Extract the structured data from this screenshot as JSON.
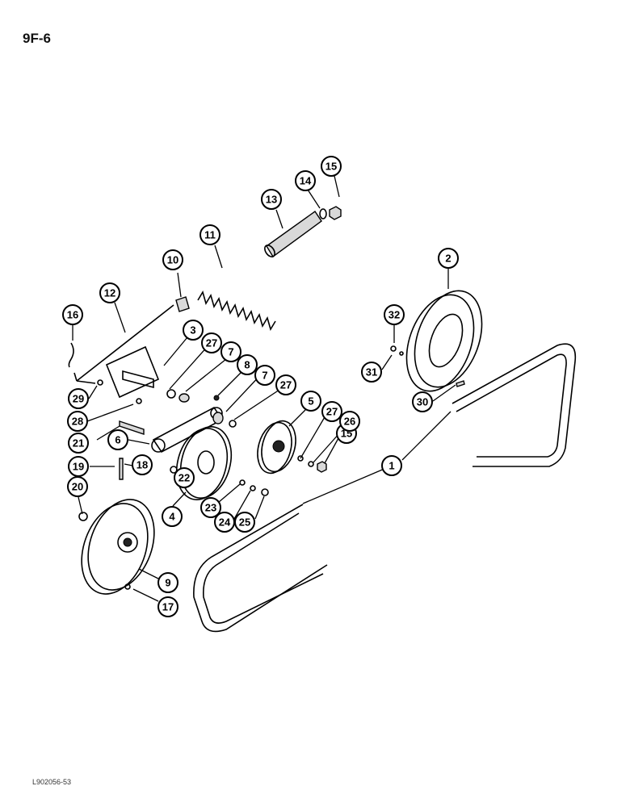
{
  "page_label": "9F-6",
  "footer_code": "L902056-53",
  "callouts": [
    {
      "id": "c1",
      "label": "1"
    },
    {
      "id": "c2",
      "label": "2"
    },
    {
      "id": "c3",
      "label": "3"
    },
    {
      "id": "c4",
      "label": "4"
    },
    {
      "id": "c5",
      "label": "5"
    },
    {
      "id": "c6",
      "label": "6"
    },
    {
      "id": "c7a",
      "label": "7"
    },
    {
      "id": "c7b",
      "label": "7"
    },
    {
      "id": "c8",
      "label": "8"
    },
    {
      "id": "c9",
      "label": "9"
    },
    {
      "id": "c10",
      "label": "10"
    },
    {
      "id": "c11",
      "label": "11"
    },
    {
      "id": "c12",
      "label": "12"
    },
    {
      "id": "c13",
      "label": "13"
    },
    {
      "id": "c14",
      "label": "14"
    },
    {
      "id": "c15a",
      "label": "15"
    },
    {
      "id": "c15b",
      "label": "15"
    },
    {
      "id": "c16",
      "label": "16"
    },
    {
      "id": "c17",
      "label": "17"
    },
    {
      "id": "c18",
      "label": "18"
    },
    {
      "id": "c19",
      "label": "19"
    },
    {
      "id": "c20",
      "label": "20"
    },
    {
      "id": "c21",
      "label": "21"
    },
    {
      "id": "c22",
      "label": "22"
    },
    {
      "id": "c23",
      "label": "23"
    },
    {
      "id": "c24",
      "label": "24"
    },
    {
      "id": "c25",
      "label": "25"
    },
    {
      "id": "c26",
      "label": "26"
    },
    {
      "id": "c27a",
      "label": "27"
    },
    {
      "id": "c27b",
      "label": "27"
    },
    {
      "id": "c27c",
      "label": "27"
    },
    {
      "id": "c28",
      "label": "28"
    },
    {
      "id": "c29",
      "label": "29"
    },
    {
      "id": "c30",
      "label": "30"
    },
    {
      "id": "c31",
      "label": "31"
    },
    {
      "id": "c32",
      "label": "32"
    }
  ]
}
